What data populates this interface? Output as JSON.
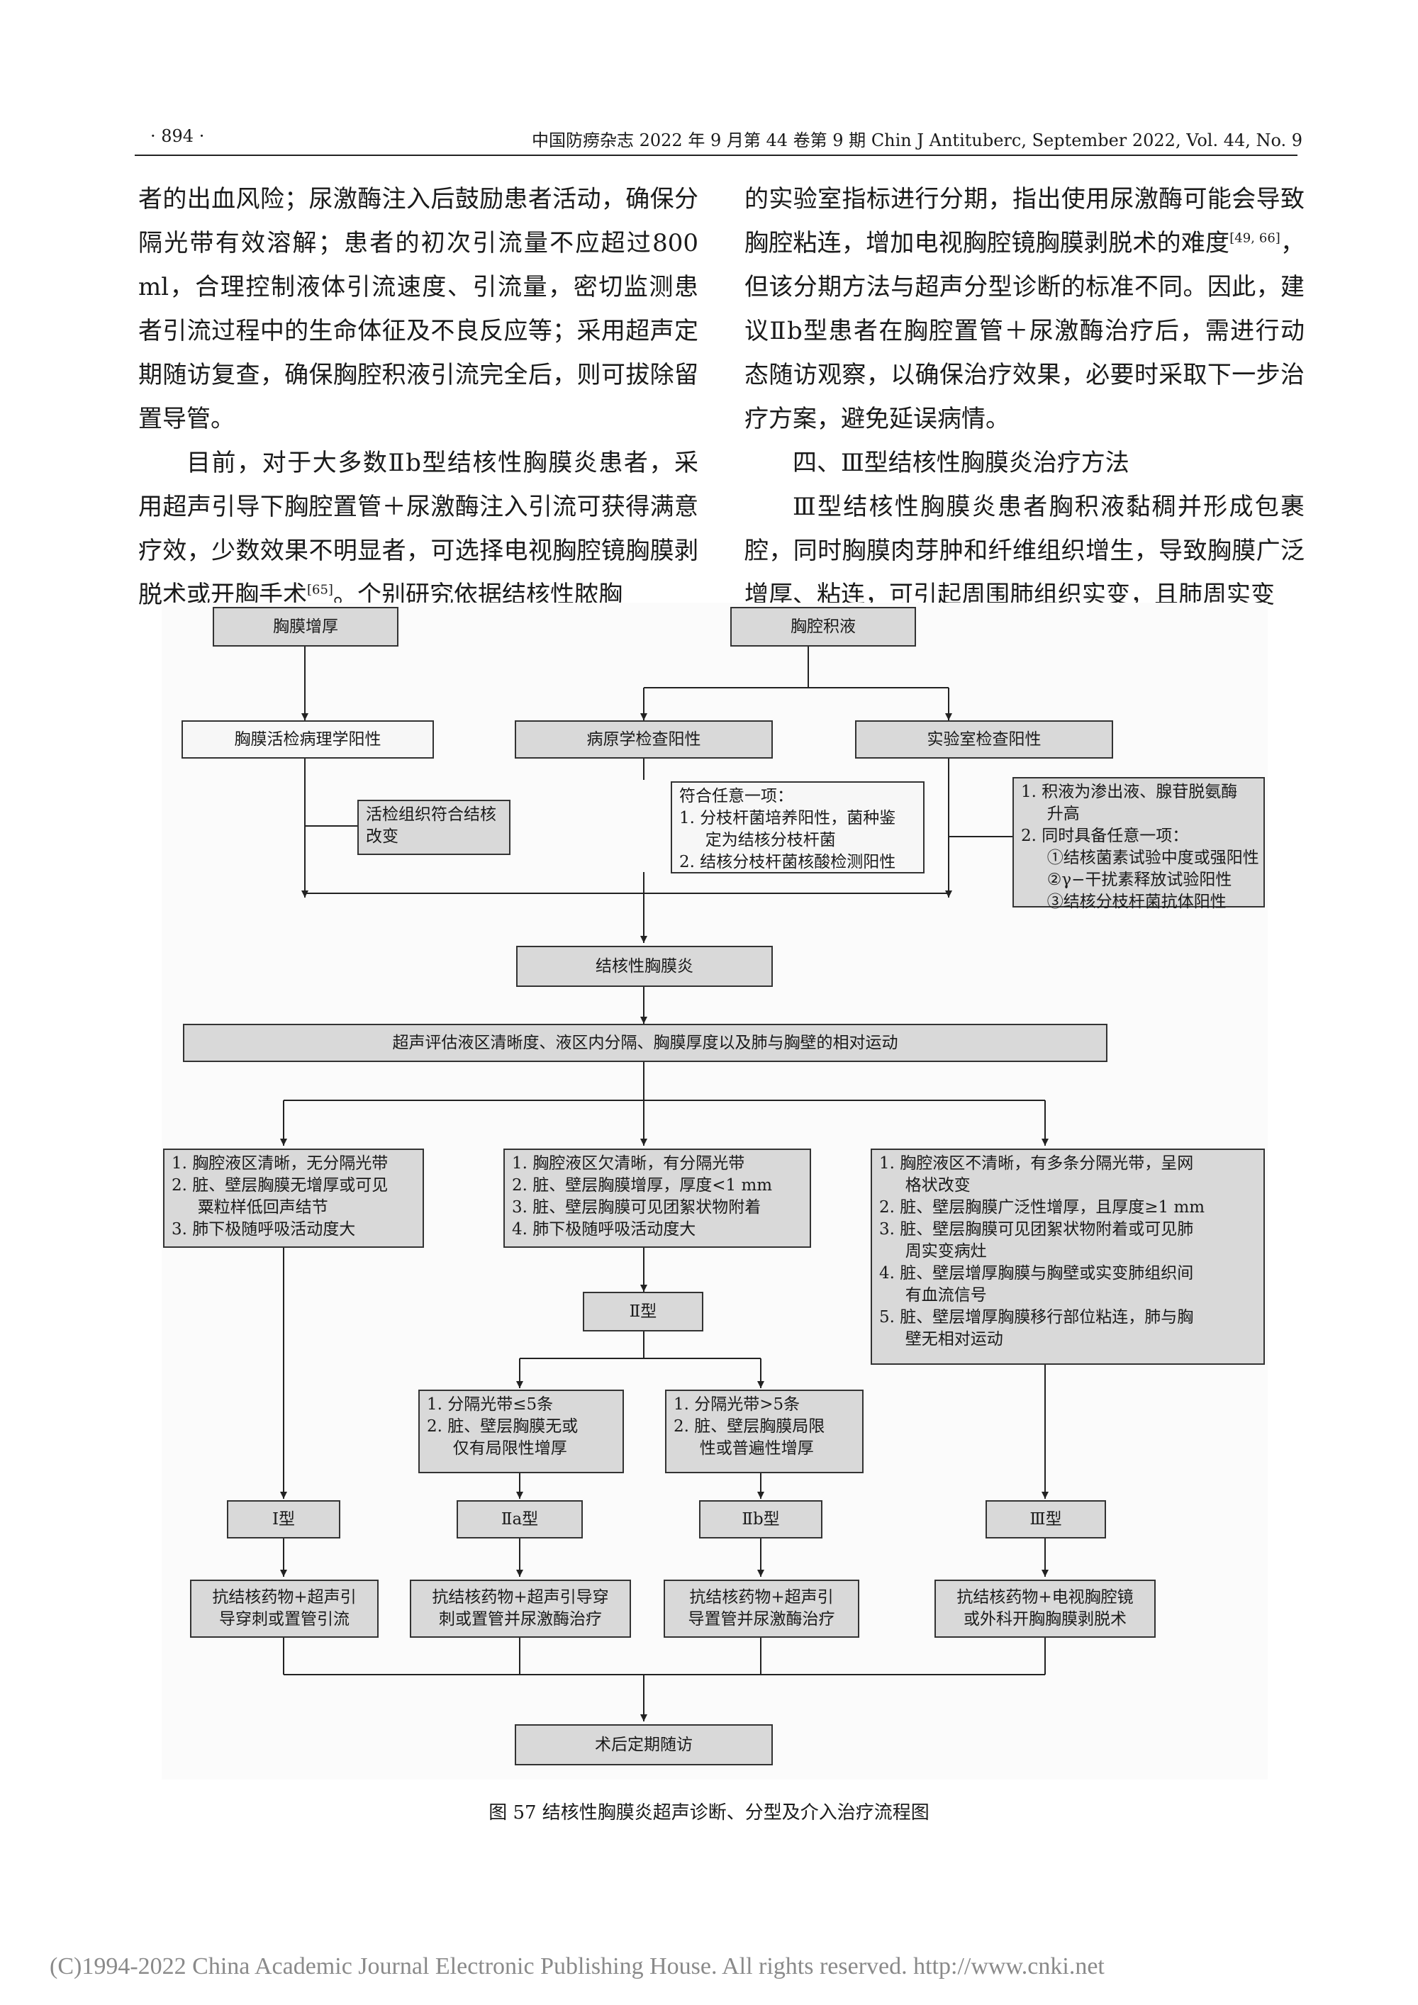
{
  "header": {
    "page_number": "· 894 ·",
    "journal": "中国防痨杂志 2022 年 9 月第 44 卷第 9 期   Chin J Antituberc, September 2022, Vol. 44, No. 9"
  },
  "left_column": {
    "p1": "者的出血风险；尿激酶注入后鼓励患者活动，确保分隔光带有效溶解；患者的初次引流量不应超过800 ml，合理控制液体引流速度、引流量，密切监测患者引流过程中的生命体征及不良反应等；采用超声定期随访复查，确保胸腔积液引流完全后，则可拔除留置导管。",
    "p2": "目前，对于大多数Ⅱb型结核性胸膜炎患者，采用超声引导下胸腔置管＋尿激酶注入引流可获得满意疗效，少数效果不明显者，可选择电视胸腔镜胸膜剥脱术或开胸手术",
    "p2_ref": "[65]",
    "p2_tail": "。个别研究依据结核性脓胸"
  },
  "right_column": {
    "p1": "的实验室指标进行分期，指出使用尿激酶可能会导致胸腔粘连，增加电视胸腔镜胸膜剥脱术的难度",
    "p1_ref": "[49, 66]",
    "p1_tail": "，但该分期方法与超声分型诊断的标准不同。因此，建议Ⅱb型患者在胸腔置管＋尿激酶治疗后，需进行动态随访观察，以确保治疗效果，必要时采取下一步治疗方案，避免延误病情。",
    "heading": "四、Ⅲ型结核性胸膜炎治疗方法",
    "p2": "Ⅲ型结核性胸膜炎患者胸积液黏稠并形成包裹腔，同时胸膜肉芽肿和纤维组织增生，导致胸膜广泛增厚、粘连，可引起周围肺组织实变，且肺周实变"
  },
  "flowchart": {
    "pleural_thickening": "胸膜增厚",
    "pleural_effusion": "胸腔积液",
    "biopsy_positive": "胸膜活检病理学阳性",
    "pathogen_positive": "病原学检查阳性",
    "lab_positive": "实验室检查阳性",
    "biopsy_note": [
      "活检组织符合结核",
      "改变"
    ],
    "pathogen_note": {
      "title": "符合任意一项：",
      "item1": "1. 分枝杆菌培养阳性，菌种鉴",
      "item1b": "定为结核分枝杆菌",
      "item2": "2. 结核分枝杆菌核酸检测阳性"
    },
    "lab_note": {
      "item1": "1. 积液为渗出液、腺苷脱氨酶",
      "item1b": "升高",
      "item2": "2. 同时具备任意一项：",
      "sub1": "①结核菌素试验中度或强阳性",
      "sub2": "②γ−干扰素释放试验阳性",
      "sub3": "③结核分枝杆菌抗体阳性"
    },
    "tb_pleurisy": "结核性胸膜炎",
    "ultrasound_eval": "超声评估液区清晰度、液区内分隔、胸膜厚度以及肺与胸壁的相对运动",
    "type1_criteria": [
      "1. 胸腔液区清晰，无分隔光带",
      "2. 脏、壁层胸膜无增厚或可见",
      "粟粒样低回声结节",
      "3. 肺下极随呼吸活动度大"
    ],
    "type2_criteria": [
      "1. 胸腔液区欠清晰，有分隔光带",
      "2. 脏、壁层胸膜增厚，厚度<1 mm",
      "3. 脏、壁层胸膜可见团絮状物附着",
      "4. 肺下极随呼吸活动度大"
    ],
    "type3_criteria": [
      "1. 胸腔液区不清晰，有多条分隔光带，呈网",
      "格状改变",
      "2. 脏、壁层胸膜广泛性增厚，且厚度≥1 mm",
      "3. 脏、壁层胸膜可见团絮状物附着或可见肺",
      "周实变病灶",
      "4. 脏、壁层增厚胸膜与胸壁或实变肺组织间",
      "有血流信号",
      "5. 脏、壁层增厚胸膜移行部位粘连，肺与胸",
      "壁无相对运动"
    ],
    "type2": "Ⅱ型",
    "type2a_criteria": [
      "1. 分隔光带≤5条",
      "2. 脏、壁层胸膜无或",
      "仅有局限性增厚"
    ],
    "type2b_criteria": [
      "1. 分隔光带>5条",
      "2. 脏、壁层胸膜局限",
      "性或普遍性增厚"
    ],
    "type1_label": "Ⅰ型",
    "type2a_label": "Ⅱa型",
    "type2b_label": "Ⅱb型",
    "type3_label": "Ⅲ型",
    "treat1": [
      "抗结核药物+超声引",
      "导穿刺或置管引流"
    ],
    "treat2a": [
      "抗结核药物+超声引导穿",
      "刺或置管并尿激酶治疗"
    ],
    "treat2b": [
      "抗结核药物+超声引",
      "导置管并尿激酶治疗"
    ],
    "treat3": [
      "抗结核药物+电视胸腔镜",
      "或外科开胸胸膜剥脱术"
    ],
    "followup": "术后定期随访"
  },
  "caption": "图 57   结核性胸膜炎超声诊断、分型及介入治疗流程图",
  "footer": "(C)1994-2022 China Academic Journal Electronic Publishing House. All rights reserved.    http://www.cnki.net"
}
